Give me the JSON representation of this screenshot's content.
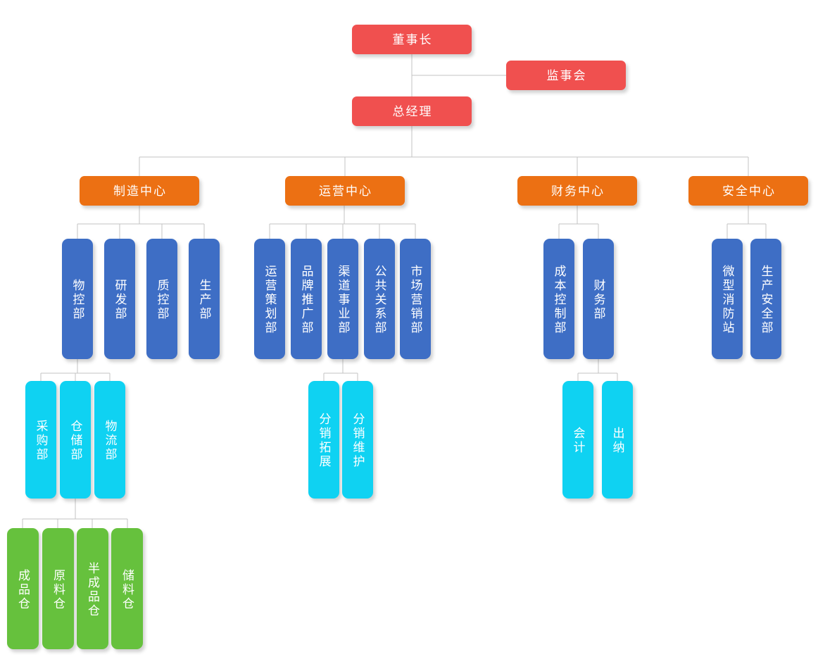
{
  "org": {
    "chairman": "董事长",
    "supervisory_board": "监事会",
    "general_manager": "总经理",
    "centers": [
      {
        "label": "制造中心",
        "departments": [
          "物控部",
          "研发部",
          "质控部",
          "生产部"
        ]
      },
      {
        "label": "运营中心",
        "departments": [
          "运营策划部",
          "品牌推广部",
          "渠道事业部",
          "公共关系部",
          "市场营销部"
        ]
      },
      {
        "label": "财务中心",
        "departments": [
          "成本控制部",
          "财务部"
        ]
      },
      {
        "label": "安全中心",
        "departments": [
          "微型消防站",
          "生产安全部"
        ]
      }
    ],
    "material_control_children": [
      "采购部",
      "仓储部",
      "物流部"
    ],
    "channel_children": [
      "分销拓展",
      "分销维护"
    ],
    "finance_dept_children": [
      "会计",
      "出纳"
    ],
    "warehouse_children": [
      "成品仓",
      "原料仓",
      "半成品仓",
      "储料仓"
    ]
  },
  "colors": {
    "level1": "#f0504f",
    "level2": "#ec7013",
    "level3": "#3e6ec5",
    "level4": "#0fd2f2",
    "level5": "#66c13d",
    "connector": "#c3c3c3",
    "text": "#ffffff",
    "background": "#ffffff"
  }
}
